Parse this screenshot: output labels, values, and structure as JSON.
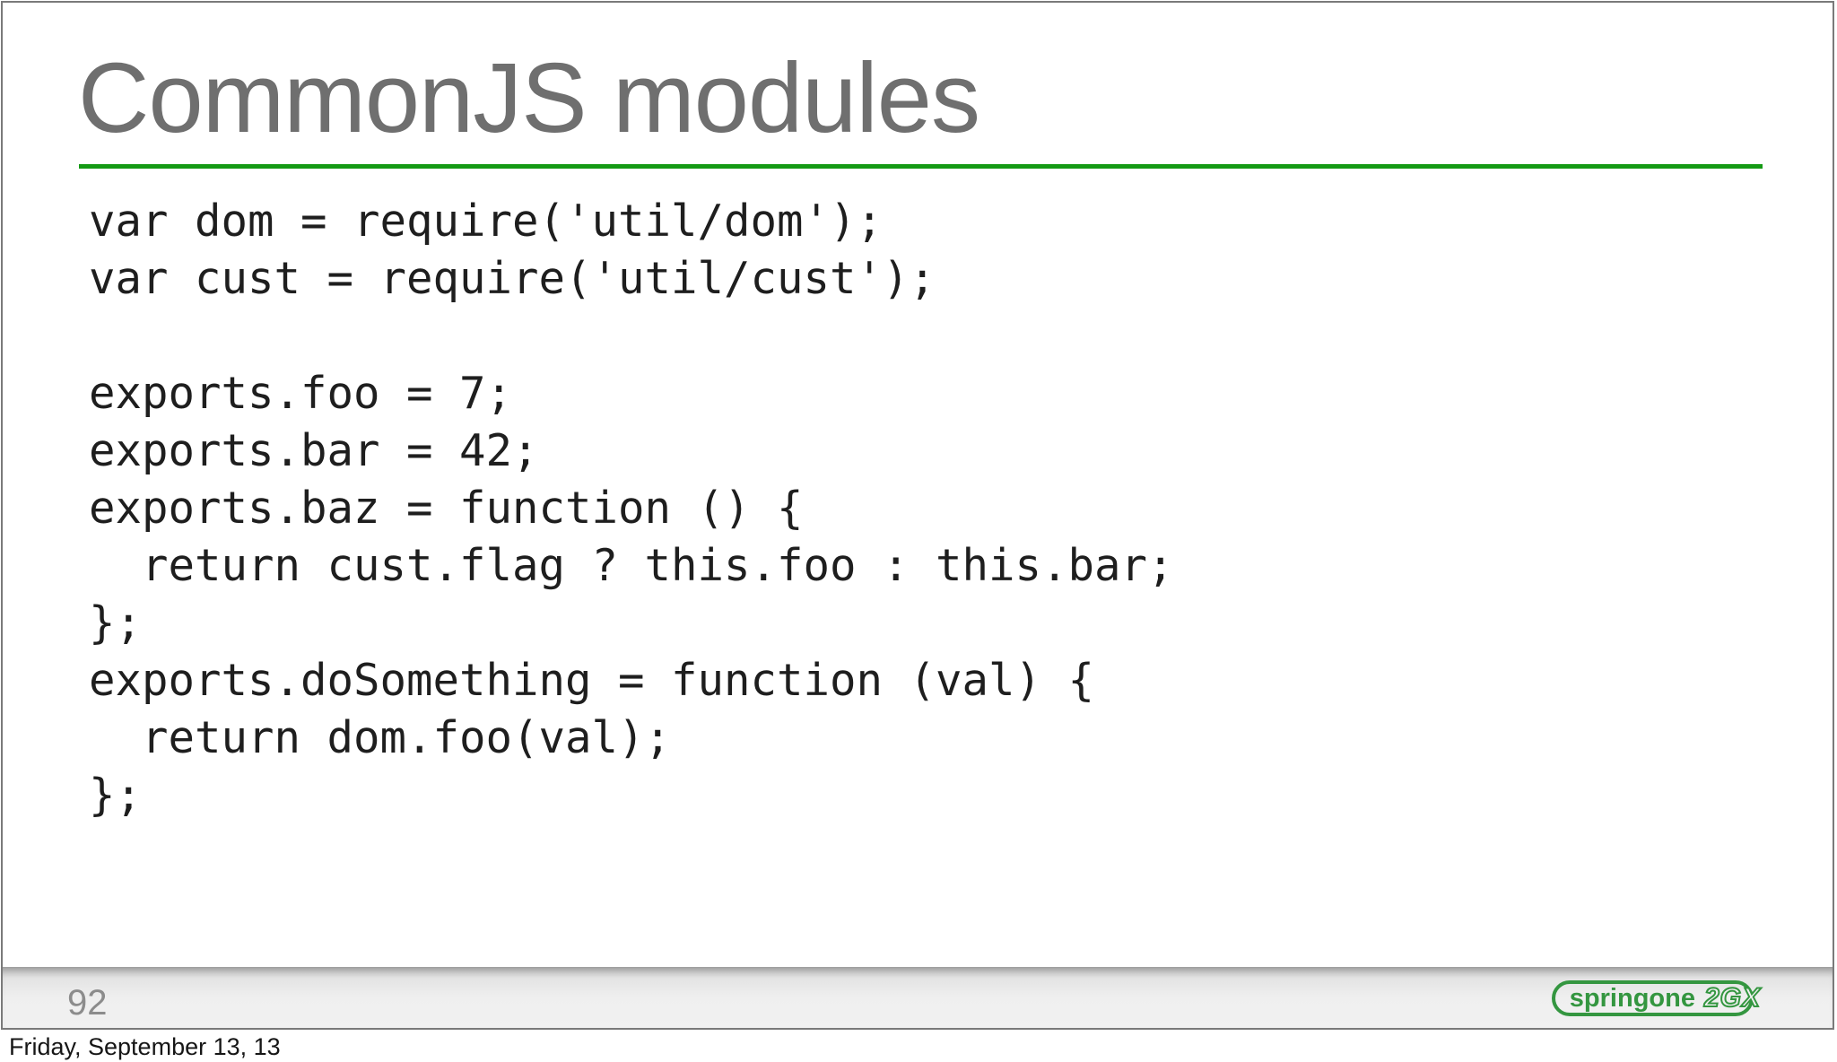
{
  "slide": {
    "title": "CommonJS modules",
    "code": [
      "var dom = require('util/dom');",
      "var cust = require('util/cust');",
      "",
      "exports.foo = 7;",
      "exports.bar = 42;",
      "exports.baz = function () {",
      "  return cust.flag ? this.foo : this.bar;",
      "};",
      "exports.doSomething = function (val) {",
      "  return dom.foo(val);",
      "};"
    ],
    "footer": {
      "page_number": "92",
      "logo_primary": "springone",
      "logo_secondary": "2GX"
    },
    "colors": {
      "accent_green": "#149a14",
      "logo_green": "#349640",
      "title_gray": "#6f6f6f"
    }
  },
  "presenter_strip": {
    "date": "Friday, September 13, 13"
  }
}
